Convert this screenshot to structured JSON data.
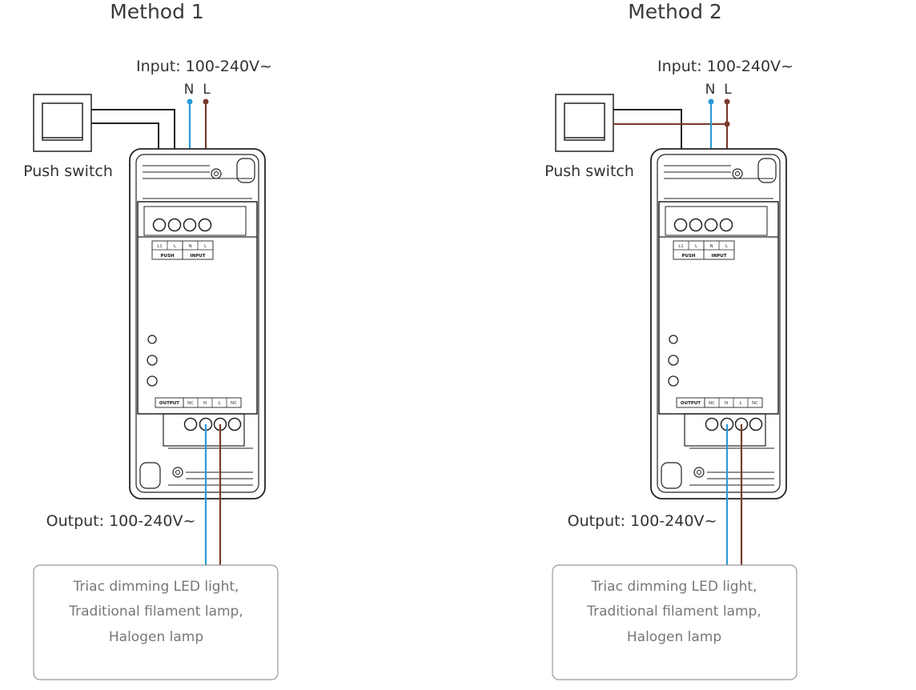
{
  "methods": [
    {
      "title": "Method 1",
      "input_label": "Input: 100-240V~",
      "n_label": "N",
      "l_label": "L",
      "switch_label": "Push switch",
      "output_label": "Output: 100-240V~",
      "load_lines": [
        "Triac dimming LED light,",
        "Traditional filament lamp,",
        "Halogen lamp"
      ],
      "push_terminal_title": "PUSH",
      "push_terminals": [
        "L1",
        "L"
      ],
      "input_terminal_title": "INPUT",
      "input_terminals": [
        "N",
        "L"
      ],
      "output_terminal_title": "OUTPUT",
      "output_terminals": [
        "NC",
        "N",
        "L",
        "NC"
      ]
    },
    {
      "title": "Method 2",
      "input_label": "Input: 100-240V~",
      "n_label": "N",
      "l_label": "L",
      "switch_label": "Push switch",
      "output_label": "Output: 100-240V~",
      "load_lines": [
        "Triac dimming LED light,",
        "Traditional filament lamp,",
        "Halogen lamp"
      ],
      "push_terminal_title": "PUSH",
      "push_terminals": [
        "L1",
        "L"
      ],
      "input_terminal_title": "INPUT",
      "input_terminals": [
        "N",
        "L"
      ],
      "output_terminal_title": "OUTPUT",
      "output_terminals": [
        "NC",
        "N",
        "L",
        "NC"
      ]
    }
  ],
  "colors": {
    "neutral_wire": "#2b9bd6",
    "live_wire": "#7a3b2e",
    "switch_wire": "#222222"
  }
}
